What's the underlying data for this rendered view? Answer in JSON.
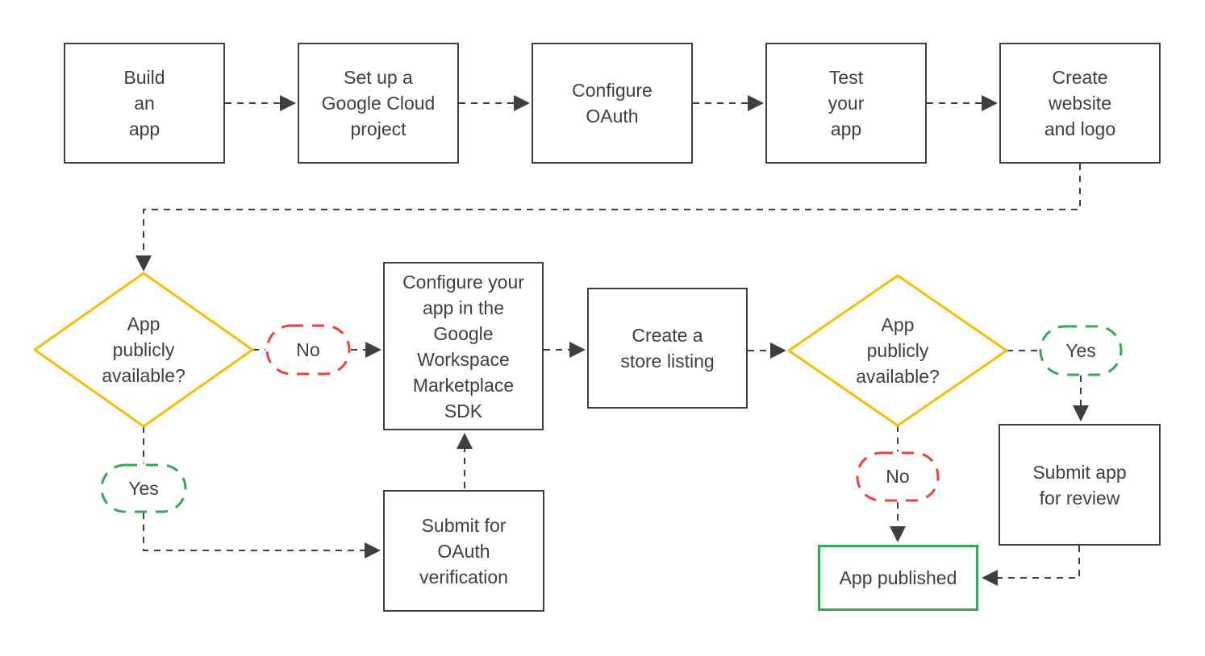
{
  "flowchart": {
    "steps": {
      "build": {
        "label": "Build\nan\napp"
      },
      "cloud_project": {
        "label": "Set up a\nGoogle Cloud\nproject"
      },
      "configure_oauth": {
        "label": "Configure\nOAuth"
      },
      "test_app": {
        "label": "Test\nyour\napp"
      },
      "website_logo": {
        "label": "Create\nwebsite\nand logo"
      },
      "marketplace_sdk": {
        "label": "Configure your\napp in the\nGoogle\nWorkspace\nMarketplace\nSDK"
      },
      "store_listing": {
        "label": "Create a\nstore listing"
      },
      "submit_oauth_verification": {
        "label": "Submit for\nOAuth\nverification"
      },
      "submit_review": {
        "label": "Submit app\nfor review"
      },
      "app_published": {
        "label": "App published"
      }
    },
    "decisions": {
      "decision1": {
        "label": "App\npublicly\navailable?"
      },
      "decision2": {
        "label": "App\npublicly\navailable?"
      }
    },
    "branches": {
      "decision1_no": {
        "label": "No"
      },
      "decision1_yes": {
        "label": "Yes"
      },
      "decision2_yes": {
        "label": "Yes"
      },
      "decision2_no": {
        "label": "No"
      }
    },
    "colors": {
      "node_border": "#3C4043",
      "connector": "#3C4043",
      "text": "#3C4043",
      "decision_outline": "#FBBC04",
      "no_outline": "#EA4335",
      "yes_outline": "#34A853",
      "published_outline": "#34A853",
      "background": "#FFFFFF"
    }
  }
}
